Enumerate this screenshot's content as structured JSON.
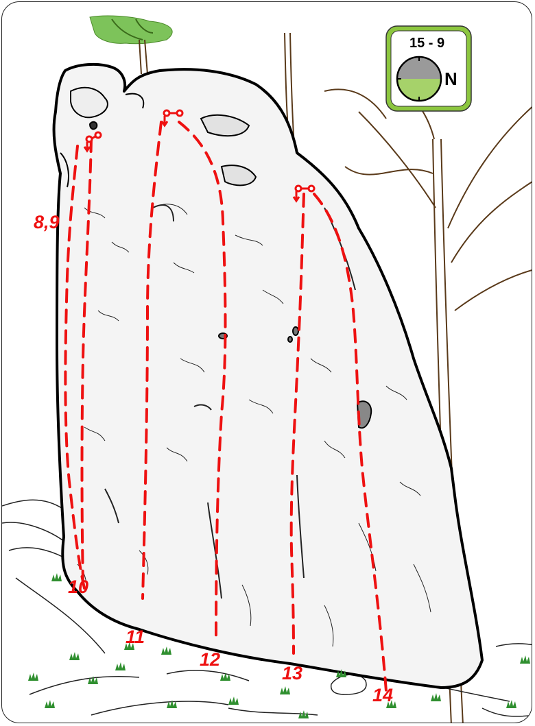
{
  "compass": {
    "sector_label": "15 - 9",
    "north_label": "N",
    "frame_color": "#8cc63f",
    "upper_color": "#9a9a9a",
    "lower_color": "#a6d26a"
  },
  "routes": [
    {
      "label": "8,9"
    },
    {
      "label": "10"
    },
    {
      "label": "11"
    },
    {
      "label": "12"
    },
    {
      "label": "13"
    },
    {
      "label": "14"
    }
  ],
  "colors": {
    "route_line": "#ee1111",
    "rock_fill": "#f4f4f4",
    "tree": "#5a3a1a",
    "foliage": "#7dc35a",
    "grass": "#2f8f2f"
  }
}
